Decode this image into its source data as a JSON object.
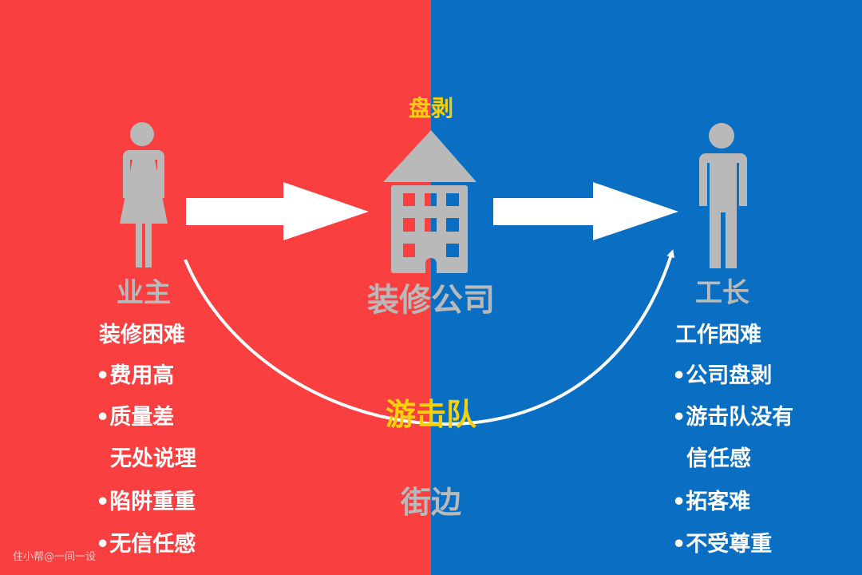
{
  "colors": {
    "left_bg": "#f93f40",
    "right_bg": "#0a6fc3",
    "figure": "#b9b9b9",
    "highlight": "#f6d10b",
    "arrow": "#ffffff"
  },
  "center": {
    "top_label": "盘剥",
    "company_label": "装修公司",
    "middle_label": "游击队",
    "bottom_label": "街边"
  },
  "left": {
    "role": "业主",
    "heading": "装修困难",
    "items": [
      "•费用高",
      "•质量差",
      "无处说理",
      "•陷阱重重",
      "•无信任感"
    ]
  },
  "right": {
    "role": "工长",
    "heading": "工作困难",
    "items": [
      "•公司盘剥",
      "•游击队没有",
      "信任感",
      "•拓客难",
      "•不受尊重"
    ]
  },
  "watermark": "住小帮@一间一设"
}
